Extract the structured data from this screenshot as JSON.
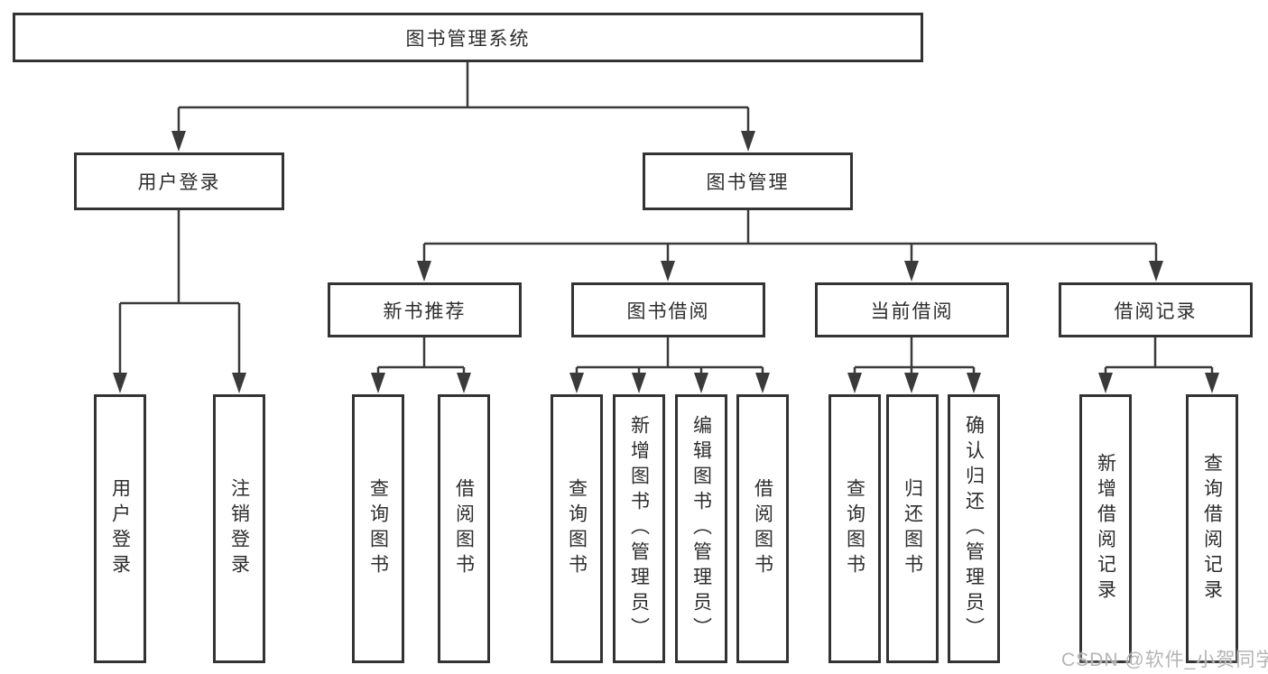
{
  "diagram": {
    "root": {
      "label": "图书管理系统"
    },
    "branches": [
      {
        "label": "用户登录",
        "children": [
          {
            "label": "用户登录"
          },
          {
            "label": "注销登录"
          }
        ]
      },
      {
        "label": "图书管理",
        "modules": [
          {
            "label": "新书推荐",
            "children": [
              {
                "label": "查询图书"
              },
              {
                "label": "借阅图书"
              }
            ]
          },
          {
            "label": "图书借阅",
            "children": [
              {
                "label": "查询图书"
              },
              {
                "label": "新增图书（管理员）"
              },
              {
                "label": "编辑图书（管理员）"
              },
              {
                "label": "借阅图书"
              }
            ]
          },
          {
            "label": "当前借阅",
            "children": [
              {
                "label": "查询图书"
              },
              {
                "label": "归还图书"
              },
              {
                "label": "确认归还（管理员）"
              }
            ]
          },
          {
            "label": "借阅记录",
            "children": [
              {
                "label": "新增借阅记录"
              },
              {
                "label": "查询借阅记录"
              }
            ]
          }
        ]
      }
    ]
  },
  "watermark": {
    "text": "CSDN @软件_小贺同学"
  },
  "colors": {
    "line": "#3a3a3a",
    "box_border": "#333333",
    "text": "#2d2d2d",
    "background": "#ffffff",
    "watermark": "#b5b5b5"
  }
}
